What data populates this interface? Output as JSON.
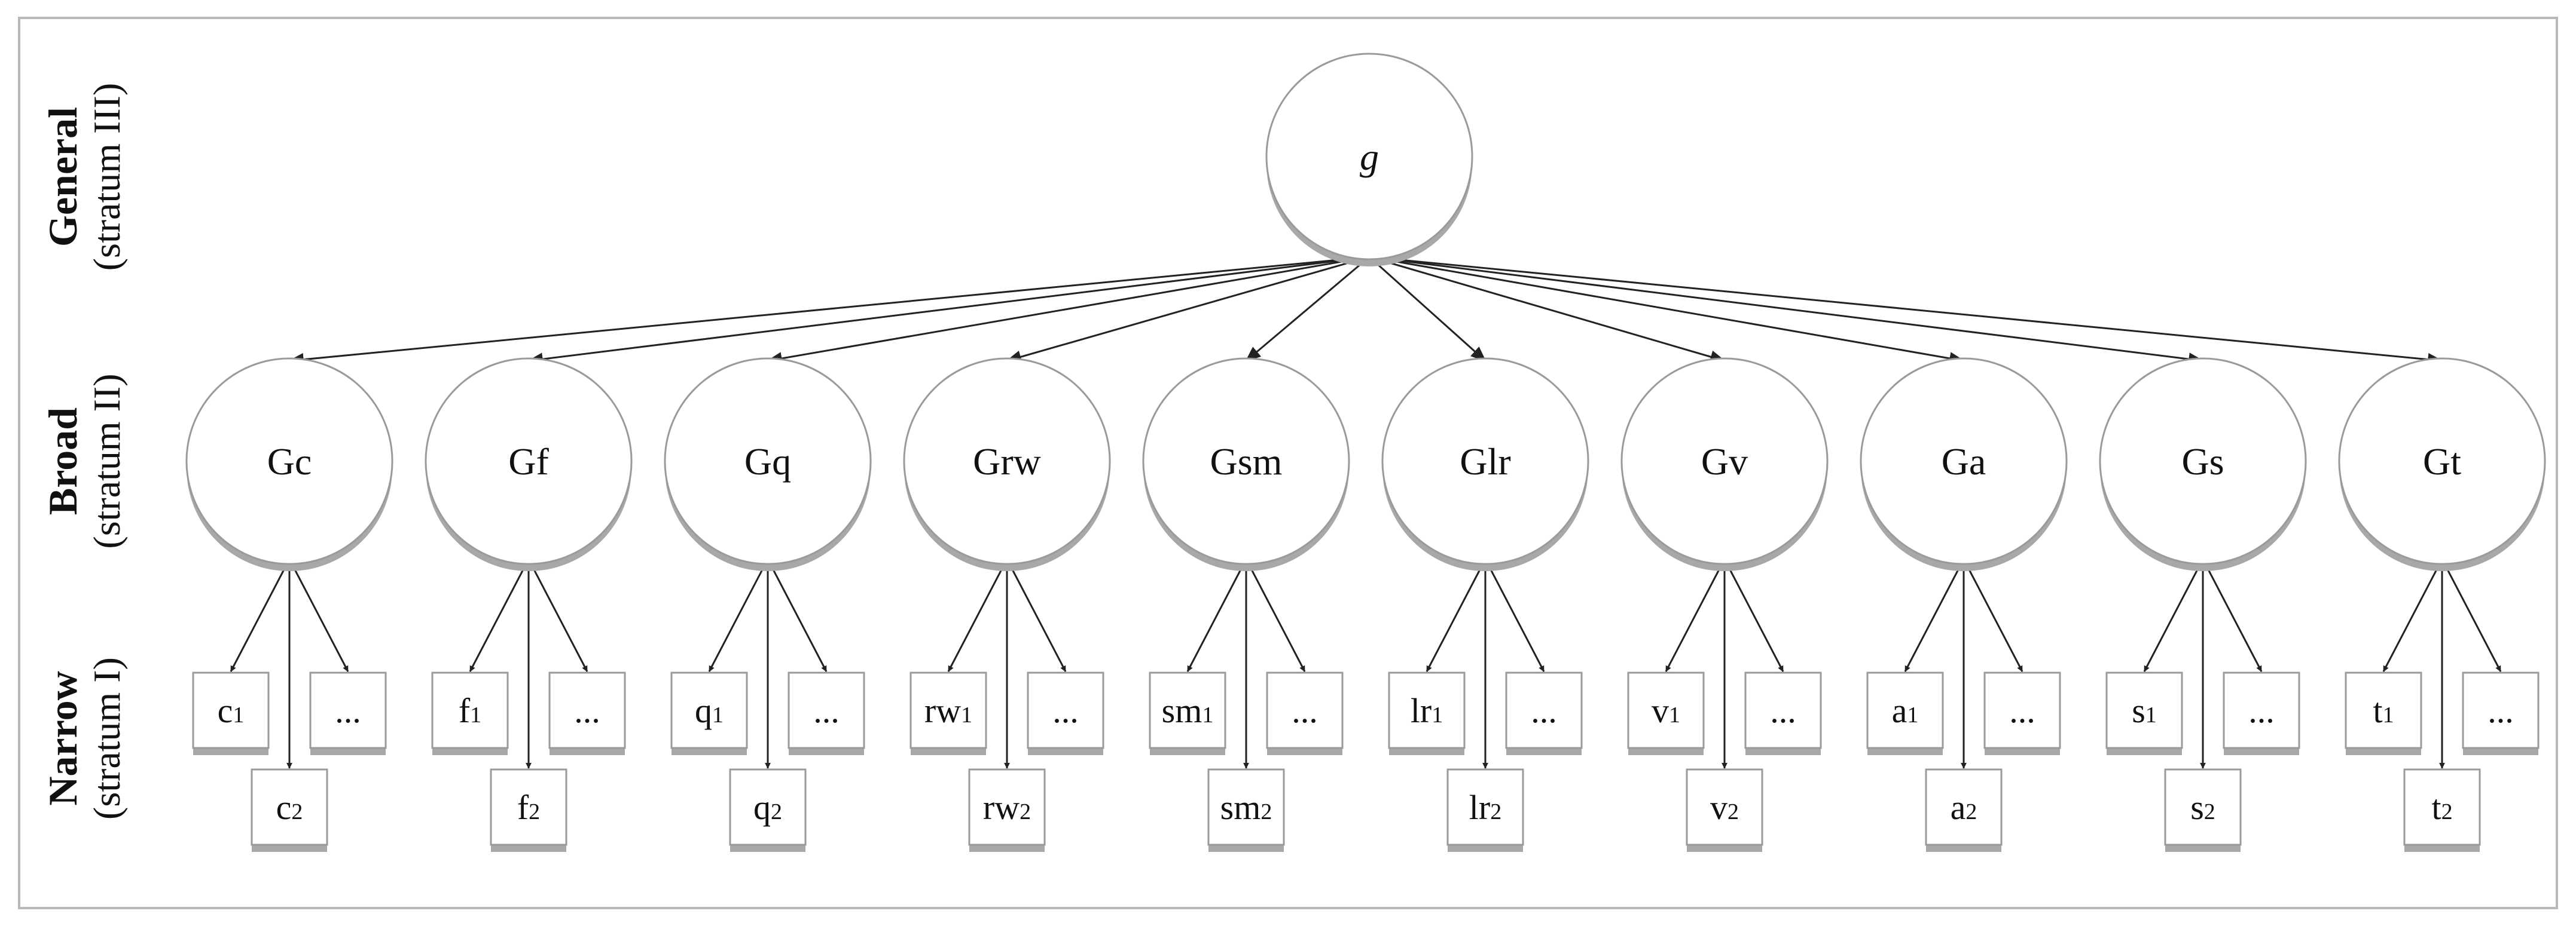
{
  "strata": [
    {
      "id": "general",
      "title": "General",
      "subtitle": "(stratum III)"
    },
    {
      "id": "broad",
      "title": "Broad",
      "subtitle": "(stratum II)"
    },
    {
      "id": "narrow",
      "title": "Narrow",
      "subtitle": "(stratum I)"
    }
  ],
  "general_factor": {
    "label": "g"
  },
  "broad_factors": [
    {
      "label": "Gc",
      "n1": {
        "base": "c",
        "sub": "1"
      },
      "n2": {
        "base": "c",
        "sub": "2"
      },
      "n3": "..."
    },
    {
      "label": "Gf",
      "n1": {
        "base": "f",
        "sub": "1"
      },
      "n2": {
        "base": "f",
        "sub": "2"
      },
      "n3": "..."
    },
    {
      "label": "Gq",
      "n1": {
        "base": "q",
        "sub": "1"
      },
      "n2": {
        "base": "q",
        "sub": "2"
      },
      "n3": "..."
    },
    {
      "label": "Grw",
      "n1": {
        "base": "rw",
        "sub": "1"
      },
      "n2": {
        "base": "rw",
        "sub": "2"
      },
      "n3": "..."
    },
    {
      "label": "Gsm",
      "n1": {
        "base": "sm",
        "sub": "1"
      },
      "n2": {
        "base": "sm",
        "sub": "2"
      },
      "n3": "..."
    },
    {
      "label": "Glr",
      "n1": {
        "base": "lr",
        "sub": "1"
      },
      "n2": {
        "base": "lr",
        "sub": "2"
      },
      "n3": "..."
    },
    {
      "label": "Gv",
      "n1": {
        "base": "v",
        "sub": "1"
      },
      "n2": {
        "base": "v",
        "sub": "2"
      },
      "n3": "..."
    },
    {
      "label": "Ga",
      "n1": {
        "base": "a",
        "sub": "1"
      },
      "n2": {
        "base": "a",
        "sub": "2"
      },
      "n3": "..."
    },
    {
      "label": "Gs",
      "n1": {
        "base": "s",
        "sub": "1"
      },
      "n2": {
        "base": "s",
        "sub": "2"
      },
      "n3": "..."
    },
    {
      "label": "Gt",
      "n1": {
        "base": "t",
        "sub": "1"
      },
      "n2": {
        "base": "t",
        "sub": "2"
      },
      "n3": "..."
    }
  ],
  "colors": {
    "node_fill": "#ffffff",
    "node_stroke": "#9a9a9a",
    "shadow": "#a8a8a8",
    "arrow": "#222222",
    "text": "#111111",
    "frame": "#b8b8b8"
  }
}
